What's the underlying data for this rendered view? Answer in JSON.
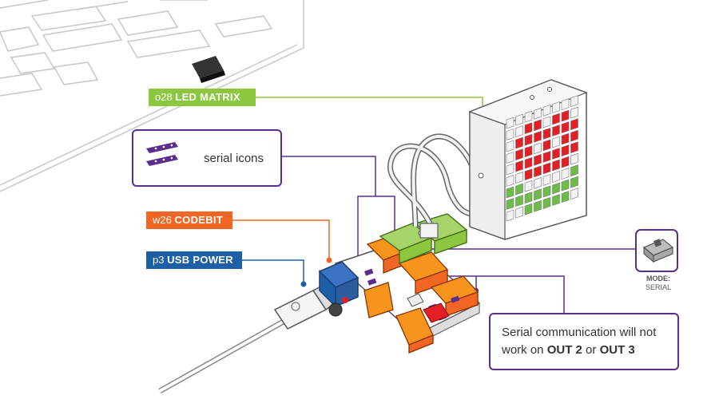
{
  "tags": {
    "led_prefix": "o28",
    "led_name": "LED MATRIX",
    "codebit_prefix": "w26",
    "codebit_name": "CODEBIT",
    "usb_prefix": "p3",
    "usb_name": "USB POWER"
  },
  "serial_icons_label": "serial icons",
  "callout": {
    "part1": "Serial communication will not work on ",
    "out2": "OUT 2",
    "or": " or ",
    "out3": "OUT 3"
  },
  "mode": {
    "title": "MODE:",
    "value": "SERIAL"
  },
  "colors": {
    "led_green": "#8dc63f",
    "codebit_orange": "#f26522",
    "usb_blue": "#1d60a8",
    "callout_purple": "#5b2d8e",
    "led_red": "#e31e24",
    "led_on_green": "#6cbd45"
  }
}
